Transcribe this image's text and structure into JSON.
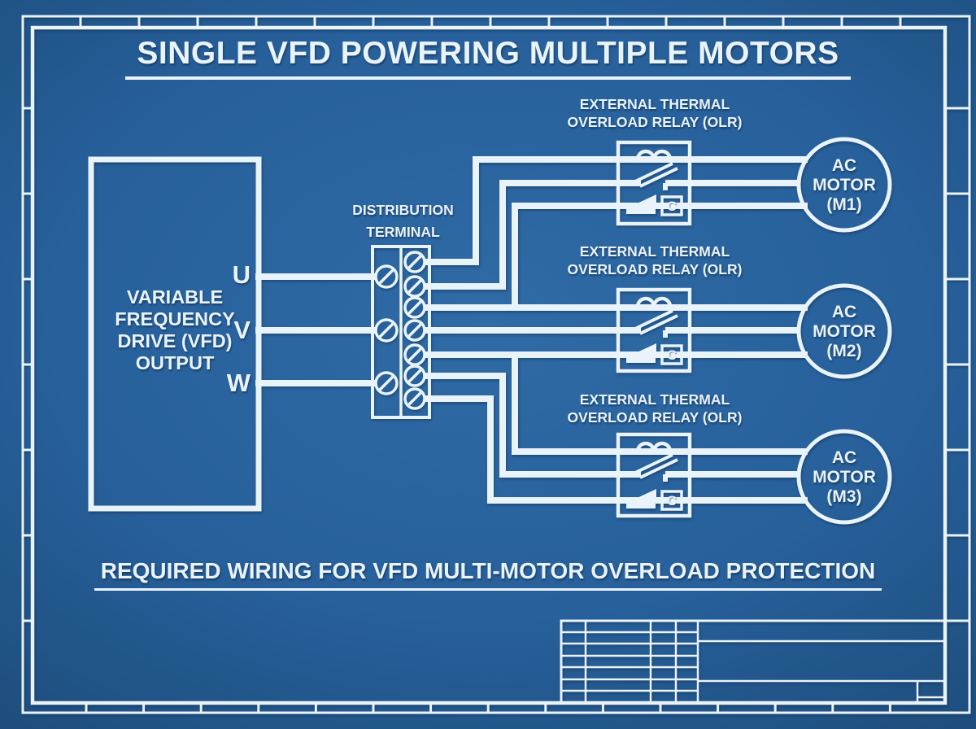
{
  "title": "SINGLE VFD POWERING MULTIPLE MOTORS",
  "caption": "REQUIRED WIRING FOR VFD MULTI-MOTOR OVERLOAD PROTECTION",
  "vfd": {
    "label_lines": [
      "VARIABLE",
      "FREQUENCY",
      "DRIVE (VFD)",
      "OUTPUT"
    ],
    "terminals": [
      "U",
      "V",
      "W"
    ]
  },
  "distribution_terminal": {
    "label_lines": [
      "DISTRIBUTION",
      "TERMINAL"
    ],
    "left_screw_count": 3,
    "right_screw_count": 7
  },
  "olr_label_lines": [
    "EXTERNAL THERMAL",
    "OVERLOAD RELAY (OLR)"
  ],
  "olr_contact_letter": "C",
  "motors": [
    {
      "lines": [
        "AC",
        "MOTOR",
        "(M1)"
      ]
    },
    {
      "lines": [
        "AC",
        "MOTOR",
        "(M2)"
      ]
    },
    {
      "lines": [
        "AC",
        "MOTOR",
        "(M3)"
      ]
    }
  ],
  "colors": {
    "line": "#e9f3fa",
    "background_center": "#2f6ba6",
    "background_mid": "#27609b",
    "background_edge": "#1c4a77"
  }
}
